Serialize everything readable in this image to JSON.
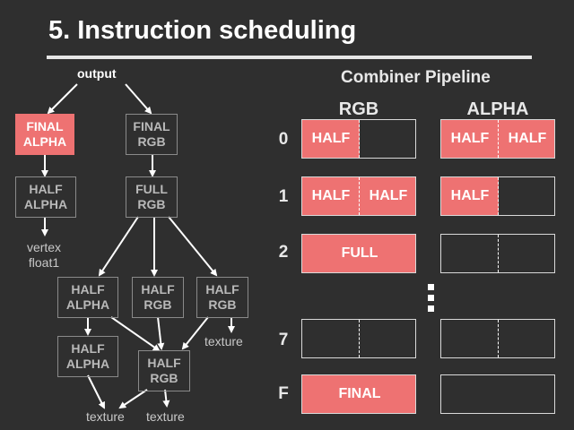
{
  "title": "5. Instruction scheduling",
  "graph": {
    "output": "output",
    "final_alpha": [
      "FINAL",
      "ALPHA"
    ],
    "final_rgb": [
      "FINAL",
      "RGB"
    ],
    "half_alpha_top": [
      "HALF",
      "ALPHA"
    ],
    "full_rgb": [
      "FULL",
      "RGB"
    ],
    "vertex": [
      "vertex",
      "float1"
    ],
    "half_alpha_mid": [
      "HALF",
      "ALPHA"
    ],
    "half_rgb_mid": [
      "HALF",
      "RGB"
    ],
    "half_rgb_right": [
      "HALF",
      "RGB"
    ],
    "texture_right": "texture",
    "half_alpha_low": [
      "HALF",
      "ALPHA"
    ],
    "half_rgb_low": [
      "HALF",
      "RGB"
    ],
    "texture_left": "texture",
    "texture_mid": "texture"
  },
  "pipeline": {
    "heading": "Combiner Pipeline",
    "col_rgb": "RGB",
    "col_alpha": "ALPHA",
    "rows": [
      {
        "label": "0",
        "rgb": {
          "left": "HALF",
          "right": ""
        },
        "alpha": {
          "left": "HALF",
          "right": "HALF"
        }
      },
      {
        "label": "1",
        "rgb": {
          "left": "HALF",
          "right": "HALF"
        },
        "alpha": {
          "left": "HALF",
          "right": ""
        }
      },
      {
        "label": "2",
        "rgb_full": "FULL"
      },
      {
        "label": "7"
      },
      {
        "label": "F",
        "rgb_full": "FINAL"
      }
    ]
  },
  "colors": {
    "background": "#2f2f2f",
    "highlight": "#ee7272",
    "node_border": "#8a8a8a",
    "node_text": "#b9b9b9"
  }
}
